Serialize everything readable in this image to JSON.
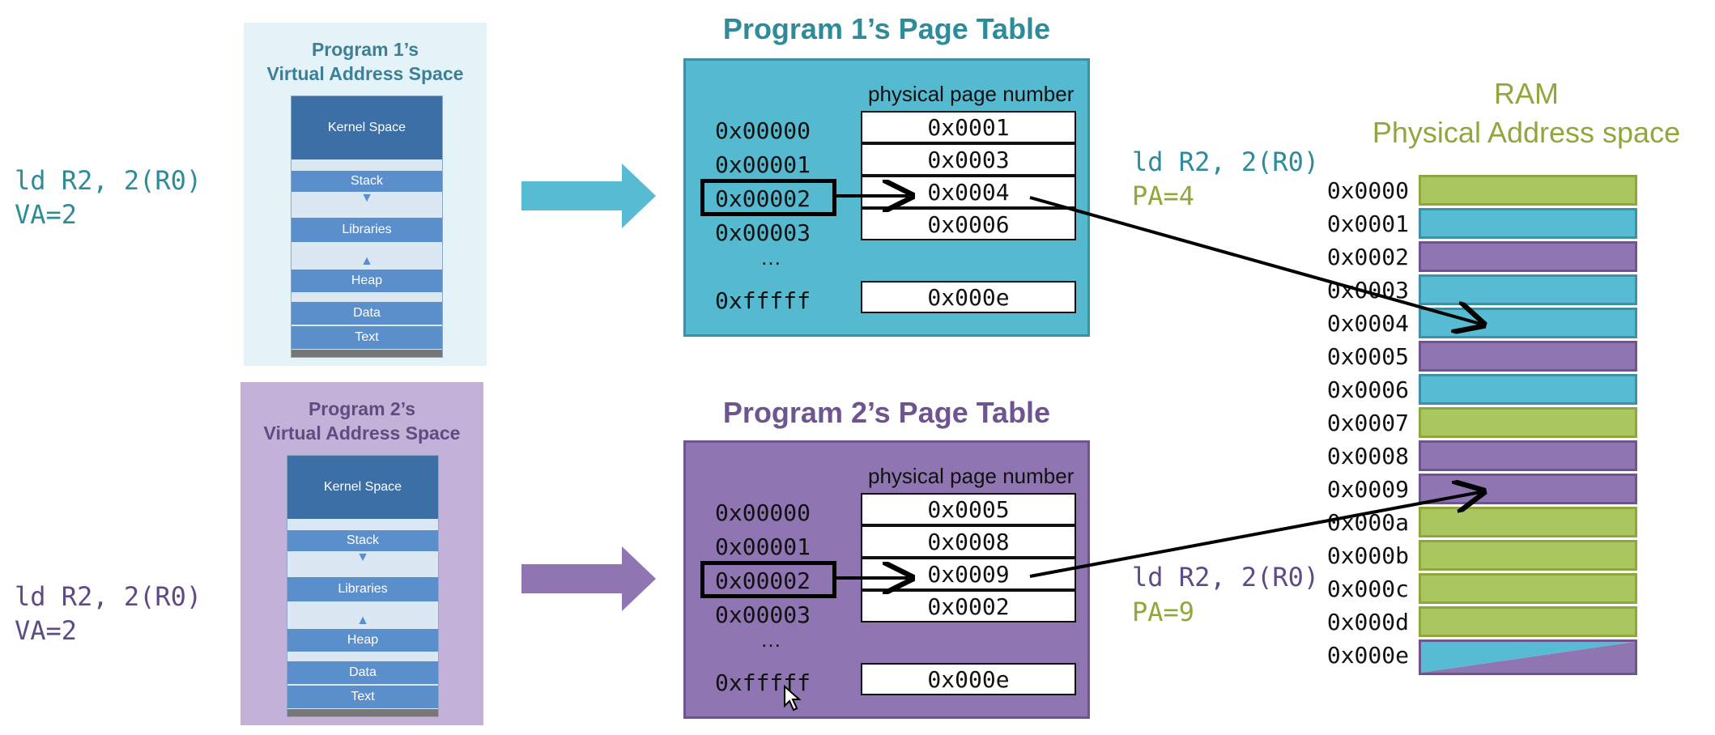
{
  "colors": {
    "teal": "#56bbd3",
    "purple": "#8f75b2",
    "green": "#aac65e",
    "lightblue_panel": "#e3f3f8",
    "lavender_panel": "#c3b1d8",
    "segment_blue": "#5b8fcb",
    "kernel_blue": "#3c6fa6"
  },
  "program1": {
    "instruction": "ld R2, 2(R0)",
    "va": "VA=2",
    "vas_title_line1": "Program 1’s",
    "vas_title_line2": "Virtual Address Space",
    "segments": {
      "kernel": "Kernel Space",
      "stack": "Stack",
      "libraries": "Libraries",
      "heap": "Heap",
      "data": "Data",
      "text": "Text"
    },
    "page_table_title": "Program 1’s Page Table",
    "ppn_header": "physical page number",
    "rows": [
      {
        "vpn": "0x00000",
        "ppn": "0x0001"
      },
      {
        "vpn": "0x00001",
        "ppn": "0x0003"
      },
      {
        "vpn": "0x00002",
        "ppn": "0x0004"
      },
      {
        "vpn": "0x00003",
        "ppn": "0x0006"
      },
      {
        "vpn": "0xfffff",
        "ppn": "0x000e"
      }
    ],
    "ellipsis": "…",
    "result_instruction": "ld R2, 2(R0)",
    "pa": "PA=4"
  },
  "program2": {
    "instruction": "ld R2, 2(R0)",
    "va": "VA=2",
    "vas_title_line1": "Program 2’s",
    "vas_title_line2": "Virtual Address Space",
    "segments": {
      "kernel": "Kernel Space",
      "stack": "Stack",
      "libraries": "Libraries",
      "heap": "Heap",
      "data": "Data",
      "text": "Text"
    },
    "page_table_title": "Program 2’s Page Table",
    "ppn_header": "physical page number",
    "rows": [
      {
        "vpn": "0x00000",
        "ppn": "0x0005"
      },
      {
        "vpn": "0x00001",
        "ppn": "0x0008"
      },
      {
        "vpn": "0x00002",
        "ppn": "0x0009"
      },
      {
        "vpn": "0x00003",
        "ppn": "0x0002"
      },
      {
        "vpn": "0xfffff",
        "ppn": "0x000e"
      }
    ],
    "ellipsis": "…",
    "result_instruction": "ld R2, 2(R0)",
    "pa": "PA=9"
  },
  "ram": {
    "title_line1": "RAM",
    "title_line2": "Physical Address space",
    "pages": [
      {
        "addr": "0x0000",
        "owner": "green"
      },
      {
        "addr": "0x0001",
        "owner": "teal"
      },
      {
        "addr": "0x0002",
        "owner": "purple"
      },
      {
        "addr": "0x0003",
        "owner": "teal"
      },
      {
        "addr": "0x0004",
        "owner": "teal"
      },
      {
        "addr": "0x0005",
        "owner": "purple"
      },
      {
        "addr": "0x0006",
        "owner": "teal"
      },
      {
        "addr": "0x0007",
        "owner": "green"
      },
      {
        "addr": "0x0008",
        "owner": "purple"
      },
      {
        "addr": "0x0009",
        "owner": "purple"
      },
      {
        "addr": "0x000a",
        "owner": "green"
      },
      {
        "addr": "0x000b",
        "owner": "green"
      },
      {
        "addr": "0x000c",
        "owner": "green"
      },
      {
        "addr": "0x000d",
        "owner": "green"
      },
      {
        "addr": "0x000e",
        "owner": "shared"
      }
    ]
  }
}
